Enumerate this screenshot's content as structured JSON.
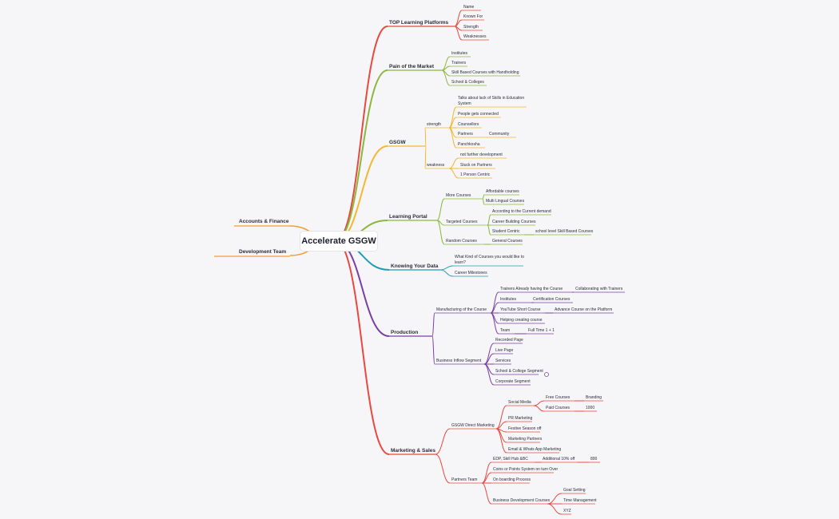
{
  "root": "Accelerate GSGW",
  "colors": {
    "red": "#e8483f",
    "yellow": "#f5b731",
    "green": "#8ab83d",
    "teal": "#1e9bb5",
    "purple": "#7b3fa3",
    "orange": "#f39c34",
    "text": "#2b2b3b"
  },
  "branches": {
    "top_learning_platforms": {
      "label": "TOP Learning Platforms",
      "items": [
        "Name",
        "Known For",
        "Strength",
        "Weaknesses"
      ]
    },
    "pain_of_market": {
      "label": "Pain of the Market",
      "items": [
        "Institutes",
        "Trainers",
        "Skill Based Courses with Handholding",
        "School & Colleges"
      ]
    },
    "gsgw": {
      "label": "GSGW",
      "strength": {
        "label": "strength",
        "items": [
          "Talks about lack of Skills in Education System",
          "People gets connected",
          "Counsellors",
          "Partners",
          "Panchkosha"
        ],
        "partners_child": "Community"
      },
      "weakness": {
        "label": "weakness",
        "items": [
          "not further development",
          "Stuck on Partners",
          "1 Person Centric"
        ]
      }
    },
    "learning_portal": {
      "label": "Learning Portal",
      "more_courses": {
        "label": "More Courses",
        "items": [
          "Affordable courses",
          "Multi Lingual Courses"
        ]
      },
      "targeted_courses": {
        "label": "Targeted Courses",
        "items": [
          "According to the Current demand",
          "Career Building Courses",
          "Student Centric"
        ],
        "student_centric_child": "school level Skill Based Courses"
      },
      "random_courses": {
        "label": "Random Courses",
        "items": [
          "General Courses"
        ]
      }
    },
    "knowing_your_data": {
      "label": "Knowing Your Data",
      "items": [
        "What Kind of Courses you would like to learn?",
        "Career Milestones"
      ]
    },
    "production": {
      "label": "Production",
      "manufacturing": {
        "label": "Manufacturing of the Course",
        "items": [
          "Trainers Already having the Course",
          "Institutes",
          "YouTube Short Course",
          "Helping creating course",
          "Team"
        ],
        "children": [
          "Collaborating with Trainers",
          "Certification Courses",
          "Advance Course on the Platform",
          "",
          "Full Time 1 + 1"
        ]
      },
      "business_inflow": {
        "label": "Business Inflow Segment",
        "items": [
          "Recorded Page",
          "Live Page",
          "Services",
          "School & College Segment",
          "Corporate Segment"
        ]
      }
    },
    "marketing_sales": {
      "label": "Marketing & Sales",
      "direct_marketing": {
        "label": "GSGW Direct Marketing",
        "social_media": {
          "label": "Social Media",
          "free": "Free Courses",
          "free_child": "Branding",
          "paid": "Paid Courses",
          "paid_child": "1000"
        },
        "items": [
          "PR Marketing",
          "Festive Season off",
          "Marketing Partners",
          "Email & Whats App Marketing"
        ]
      },
      "partners_team": {
        "label": "Partners Team",
        "edp": "EDP, Skill Hub &BC",
        "edp_child": "Additional 10% off",
        "edp_grandchild": "800",
        "items": [
          "Coins or Points System on turn Over",
          "On boarding Process"
        ],
        "bd": {
          "label": "Business Development Courses",
          "items": [
            "Goal Setting",
            "Time Management",
            "XYZ"
          ]
        }
      }
    },
    "accounts_finance": {
      "label": "Accounts & Finance"
    },
    "development_team": {
      "label": "Development Team"
    }
  }
}
